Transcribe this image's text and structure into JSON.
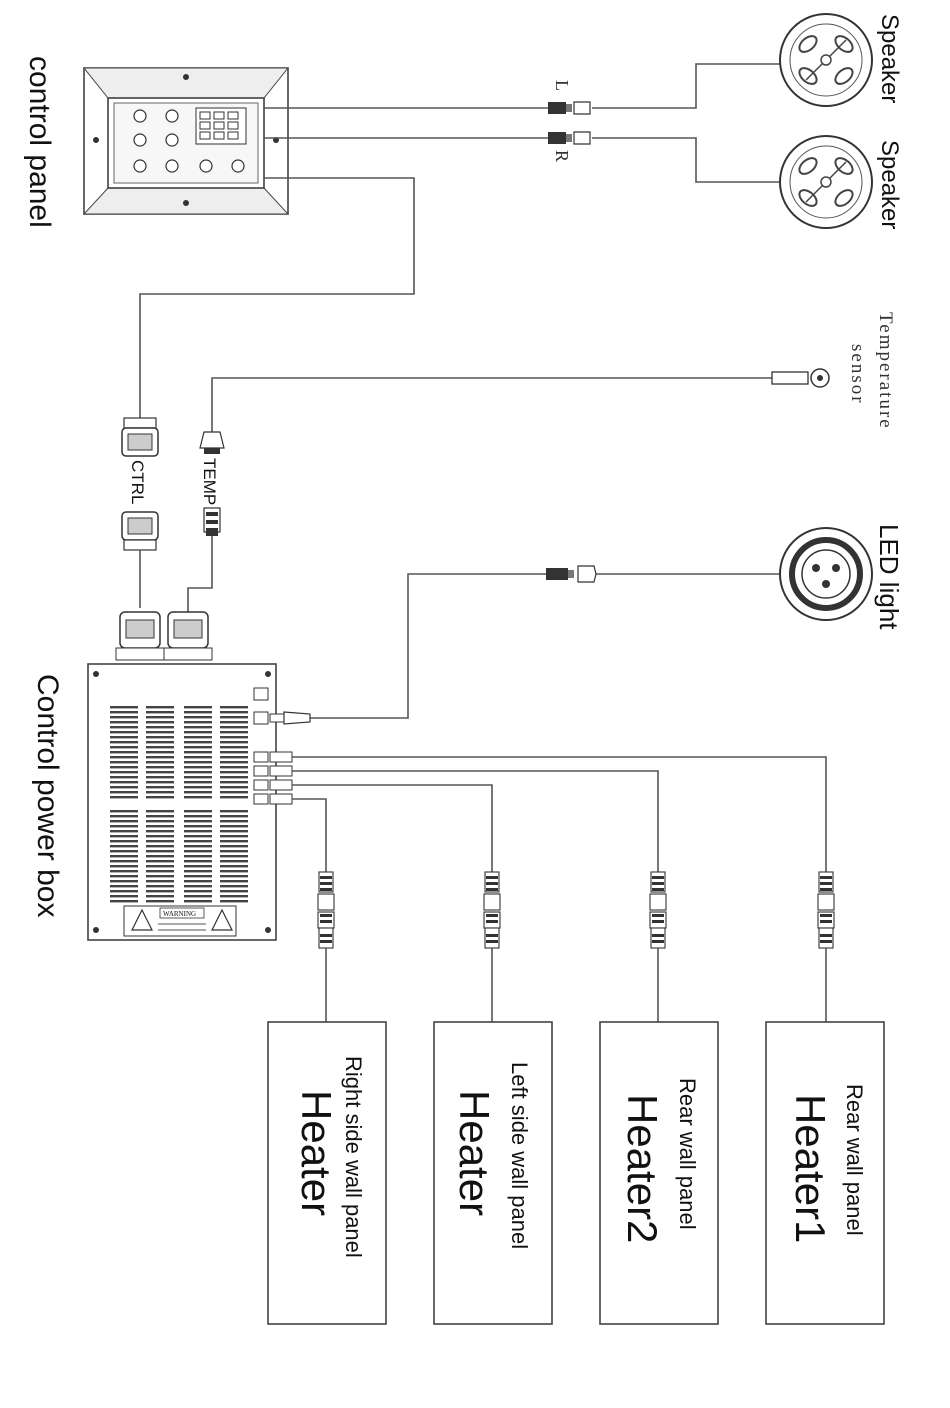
{
  "labels": {
    "control_panel": "control panel",
    "control_power_box": "Control power box",
    "speaker_1": "Speaker",
    "speaker_2": "Speaker",
    "temperature_sensor_1": "Temperature",
    "temperature_sensor_2": "sensor",
    "led_light": "LED light",
    "ctrl": "CTRL",
    "temp": "TEMP",
    "left": "L",
    "right": "R",
    "warning": "WARNING"
  },
  "heaters": [
    {
      "title": "Heater1",
      "subtitle": "Rear wall panel"
    },
    {
      "title": "Heater2",
      "subtitle": "Rear wall panel"
    },
    {
      "title": "Heater",
      "subtitle": "Left side wall panel"
    },
    {
      "title": "Heater",
      "subtitle": "Right side wall panel"
    }
  ]
}
